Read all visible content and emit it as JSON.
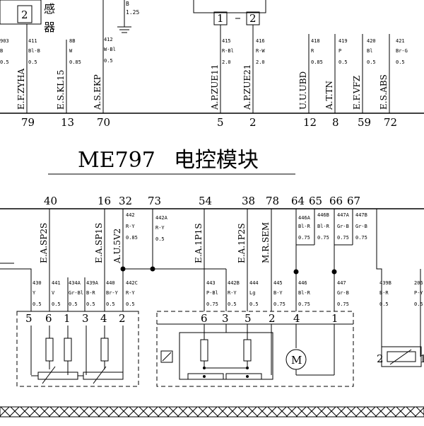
{
  "title": {
    "model": "ME797",
    "name": "电控模块"
  },
  "top_fragment": {
    "box_number": "2",
    "sensor_text_1": "感",
    "sensor_text_2": "器",
    "fuse_code": "B",
    "fuse_size": "1.25",
    "plug_1": "1",
    "plug_2": "2"
  },
  "top_wires": [
    {
      "num": "903",
      "color": "B",
      "size": "0.5"
    },
    {
      "num": "411",
      "color": "Bl-B",
      "size": "0.5"
    },
    {
      "num": "8B",
      "color": "W",
      "size": "0.85"
    },
    {
      "num": "412",
      "color": "W-Bl",
      "size": "0.5"
    },
    {
      "num": "415",
      "color": "R-Bl",
      "size": "2.0"
    },
    {
      "num": "416",
      "color": "R-W",
      "size": "2.0"
    },
    {
      "num": "418",
      "color": "R",
      "size": "0.85"
    },
    {
      "num": "419",
      "color": "P",
      "size": "0.5"
    },
    {
      "num": "420",
      "color": "Bl",
      "size": "0.5"
    },
    {
      "num": "421",
      "color": "Br-G",
      "size": "0.5"
    }
  ],
  "top_signals": [
    "E.F.ZYHA",
    "E.S.KL15",
    "A.S.EKP",
    "A.P.ZUE11",
    "A.P.ZUE21",
    "U.U.UBD",
    "A.T.TN",
    "E.F.VFZ",
    "E.S.ABS"
  ],
  "top_pins": [
    "79",
    "13",
    "70",
    "5",
    "2",
    "12",
    "8",
    "59",
    "72"
  ],
  "bottom_pins": [
    "40",
    "16",
    "32",
    "73",
    "54",
    "38",
    "78",
    "64",
    "65",
    "66",
    "67"
  ],
  "bottom_signals": [
    "E.A.SP2S",
    "E.A.SP1S",
    "A.U.5V2",
    "E.A.1P1S",
    "E.A.1P2S",
    "M.R.SEM"
  ],
  "bottom_top_wires": [
    {
      "num": "442",
      "color": "R-Y",
      "size": "0.85"
    },
    {
      "num": "442A",
      "color": "R-Y",
      "size": "0.5"
    },
    {
      "num": "446A",
      "color": "Bl-R",
      "size": "0.75"
    },
    {
      "num": "446B",
      "color": "Bl-R",
      "size": "0.75"
    },
    {
      "num": "447A",
      "color": "Gr-B",
      "size": "0.75"
    },
    {
      "num": "447B",
      "color": "Gr-B",
      "size": "0.75"
    }
  ],
  "lower_wires": [
    {
      "num": "430",
      "color": "Y",
      "size": "0.5"
    },
    {
      "num": "441",
      "color": "V",
      "size": "0.5"
    },
    {
      "num": "434A",
      "color": "Gr-Bl",
      "size": "0.5"
    },
    {
      "num": "439A",
      "color": "B-R",
      "size": "0.5"
    },
    {
      "num": "440",
      "color": "Br-Y",
      "size": "0.5"
    },
    {
      "num": "442C",
      "color": "R-Y",
      "size": "0.5"
    },
    {
      "num": "443",
      "color": "P-Bl",
      "size": "0.75"
    },
    {
      "num": "442B",
      "color": "R-Y",
      "size": "0.5"
    },
    {
      "num": "444",
      "color": "Lg",
      "size": "0.5"
    },
    {
      "num": "445",
      "color": "B-Y",
      "size": "0.75"
    },
    {
      "num": "446",
      "color": "Bl-R",
      "size": "0.75"
    },
    {
      "num": "447",
      "color": "Gr-B",
      "size": "0.75"
    },
    {
      "num": "439B",
      "color": "B-R",
      "size": "0.5"
    },
    {
      "num": "206",
      "color": "P-Y",
      "size": "0.5"
    }
  ],
  "left_connector_pins": [
    "5",
    "6",
    "1",
    "3",
    "4",
    "2"
  ],
  "mid_connector_pins": [
    "6",
    "3",
    "5",
    "2",
    "4",
    "1"
  ],
  "right_sensor_pins": [
    "2",
    "1"
  ],
  "motor_label": "M"
}
